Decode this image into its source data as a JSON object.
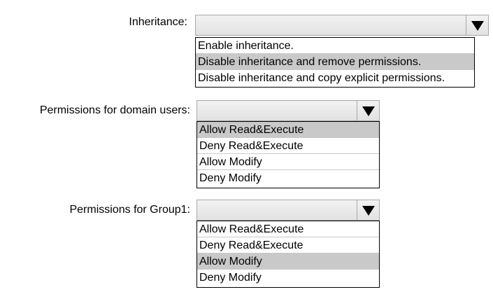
{
  "inheritance": {
    "label": "Inheritance:",
    "options": [
      "Enable inheritance.",
      "Disable inheritance and remove permissions.",
      "Disable inheritance and copy explicit permissions."
    ],
    "highlighted_index": 1
  },
  "domain_users": {
    "label": "Permissions for domain users:",
    "options": [
      "Allow Read&Execute",
      "Deny Read&Execute",
      "Allow Modify",
      "Deny Modify"
    ],
    "highlighted_index": 0
  },
  "group1": {
    "label": "Permissions for Group1:",
    "options": [
      "Allow Read&Execute",
      "Deny Read&Execute",
      "Allow Modify",
      "Deny Modify"
    ],
    "highlighted_index": 2
  },
  "icons": {
    "dropdown": "chevron-down-icon"
  },
  "colors": {
    "highlight": "#c9c9c9",
    "combo_border": "#a8a8a8"
  }
}
